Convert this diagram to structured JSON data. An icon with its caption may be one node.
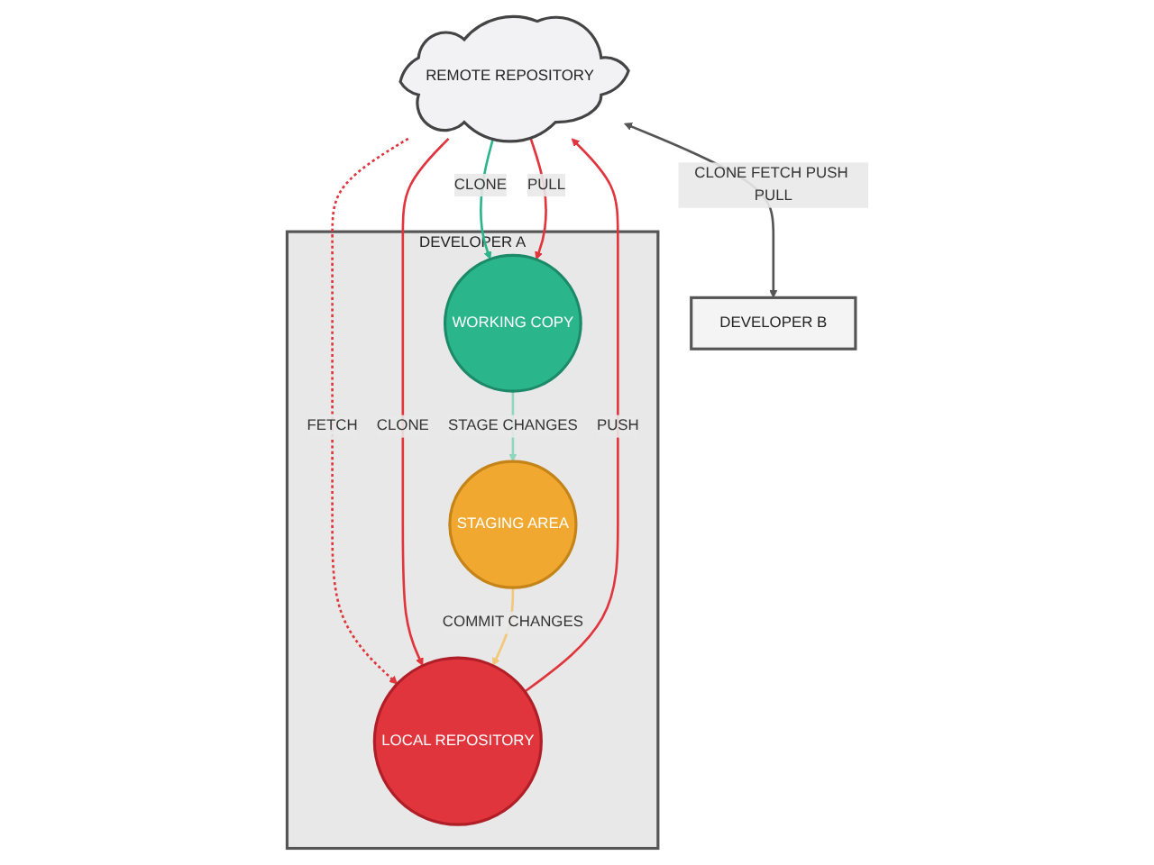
{
  "diagram": {
    "nodes": [
      {
        "text": [
          "REMOTE REPOSITORY"
        ]
      },
      {
        "text": [
          "DEVELOPER A"
        ]
      },
      {
        "text": [
          "WORKING COPY"
        ],
        "in": 1
      },
      {
        "text": [
          "STAGING AREA"
        ],
        "in": 1
      },
      {
        "text": [
          "LOCAL REPOSITORY"
        ],
        "in": 1
      },
      {
        "text": [
          "DEVELOPER B"
        ]
      }
    ],
    "edges": [
      {
        "from": 0,
        "to": 2,
        "arrow": "to",
        "label": "CLONE",
        "color": "#2bb58a"
      },
      {
        "from": 0,
        "to": 2,
        "arrow": "to",
        "label": "PULL"
      },
      {
        "from": 0,
        "to": 4,
        "arrow": "to",
        "label": "FETCH",
        "style": "dashed"
      },
      {
        "from": 4,
        "to": 0,
        "arrow": "to",
        "label": "PUSH"
      },
      {
        "from": 0,
        "to": 4,
        "arrow": "to",
        "label": "CLONE"
      },
      {
        "from": 5,
        "to": 0,
        "arrow": "both",
        "label": "CLONE FETCH PUSH PULL",
        "color": "#555555"
      },
      {
        "from": 2,
        "to": 3,
        "arrow": "to",
        "label": "STAGE CHANGES",
        "color": "#8fd6bd"
      },
      {
        "from": 3,
        "to": 4,
        "arrow": "to",
        "label": "COMMIT CHANGES",
        "color": "#f3c77a"
      }
    ]
  }
}
